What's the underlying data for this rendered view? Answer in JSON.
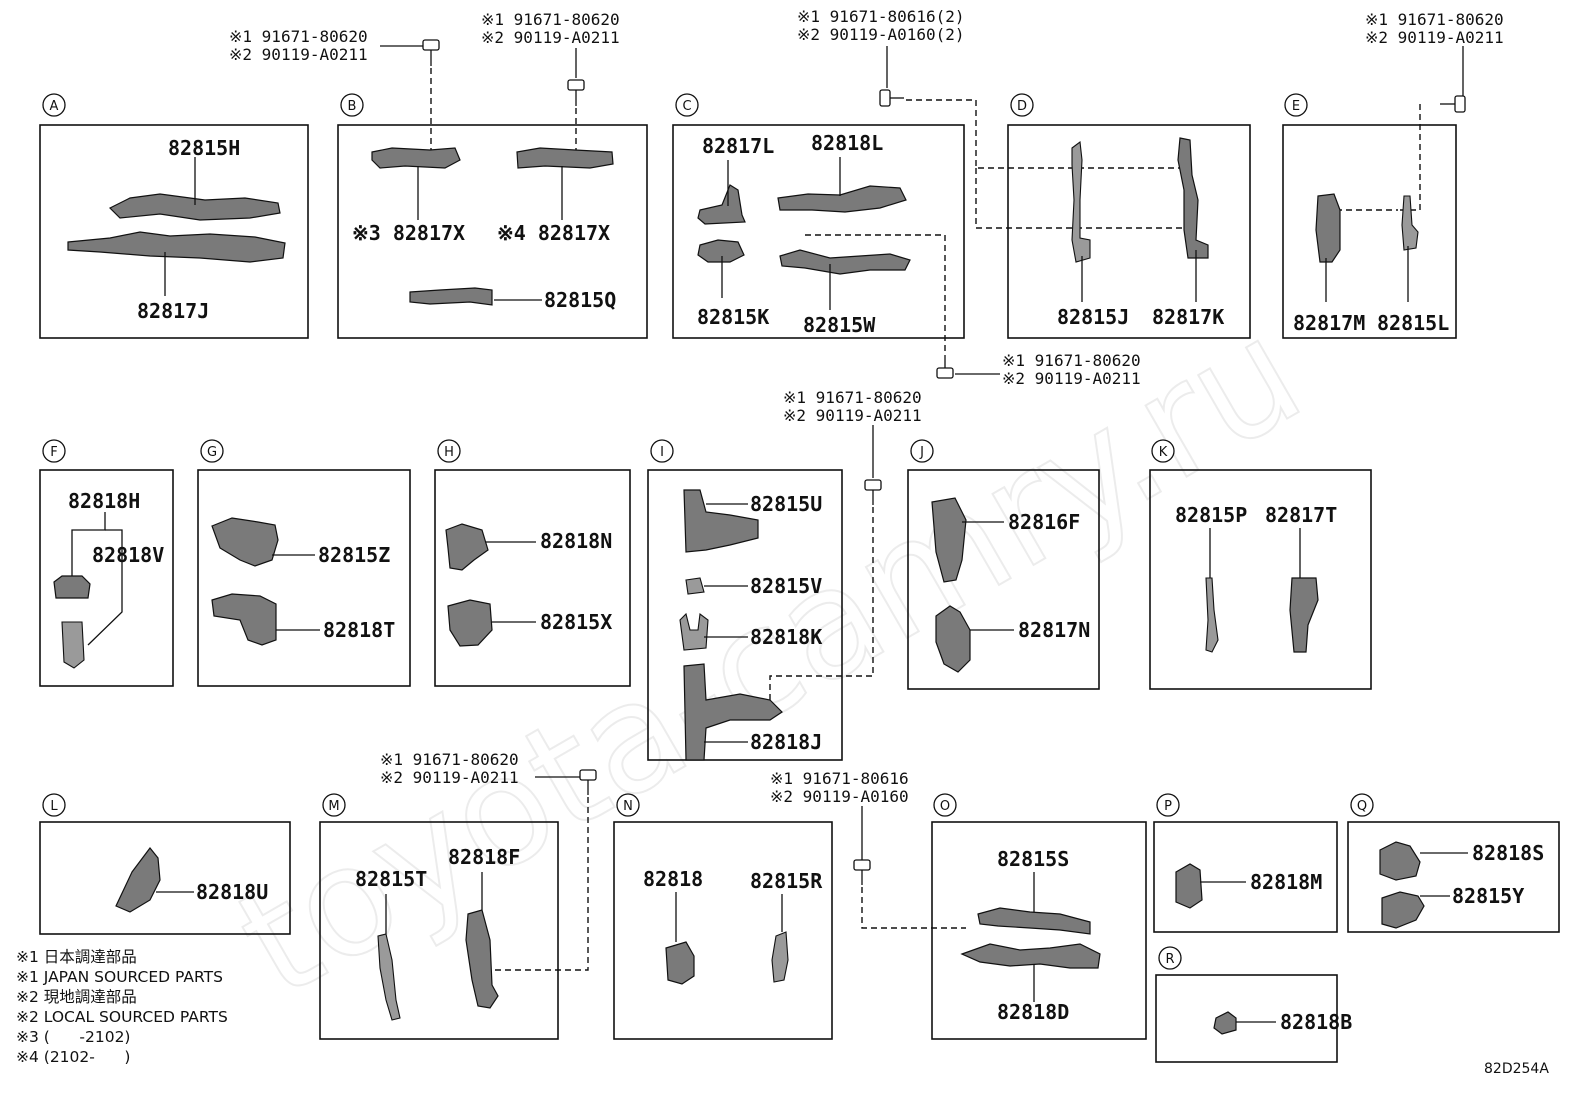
{
  "diagram_code": "82D254A",
  "watermark": "toyota-camry.ru",
  "notes": [
    "※1 日本調達部品",
    "※1 JAPAN SOURCED PARTS",
    "※2 現地調達部品",
    "※2 LOCAL SOURCED PARTS",
    "※3 (      -2102)",
    "※4 (2102-      )"
  ],
  "panel_letters": [
    "A",
    "B",
    "C",
    "D",
    "E",
    "F",
    "G",
    "H",
    "I",
    "J",
    "K",
    "L",
    "M",
    "N",
    "O",
    "P",
    "Q",
    "R"
  ],
  "panels": {
    "A": [
      "82815H",
      "82817J"
    ],
    "B": [
      "※3 82817X",
      "※4 82817X",
      "82815Q"
    ],
    "C": [
      "82817L",
      "82818L",
      "82815K",
      "82815W"
    ],
    "D": [
      "82815J",
      "82817K"
    ],
    "E": [
      "82817M",
      "82815L"
    ],
    "F": [
      "82818H",
      "82818V"
    ],
    "G": [
      "82815Z",
      "82818T"
    ],
    "H": [
      "82818N",
      "82815X"
    ],
    "I": [
      "82815U",
      "82815V",
      "82818K",
      "82818J"
    ],
    "J": [
      "82816F",
      "82817N"
    ],
    "K": [
      "82815P",
      "82817T"
    ],
    "L": [
      "82818U"
    ],
    "M": [
      "82815T",
      "82818F"
    ],
    "N": [
      "82818",
      "82815R"
    ],
    "O": [
      "82815S",
      "82818D"
    ],
    "P": [
      "82818M"
    ],
    "Q": [
      "82818S",
      "82815Y"
    ],
    "R": [
      "82818B"
    ]
  },
  "fasteners": [
    [
      "※1 91671-80620",
      "※2 90119-A0211"
    ],
    [
      "※1 91671-80620",
      "※2 90119-A0211"
    ],
    [
      "※1 91671-80616(2)",
      "※2 90119-A0160(2)"
    ],
    [
      "※1 91671-80620",
      "※2 90119-A0211"
    ],
    [
      "※1 91671-80620",
      "※2 90119-A0211"
    ],
    [
      "※1 91671-80620",
      "※2 90119-A0211"
    ],
    [
      "※1 91671-80620",
      "※2 90119-A0211"
    ],
    [
      "※1 91671-80616",
      "※2 90119-A0160"
    ]
  ]
}
